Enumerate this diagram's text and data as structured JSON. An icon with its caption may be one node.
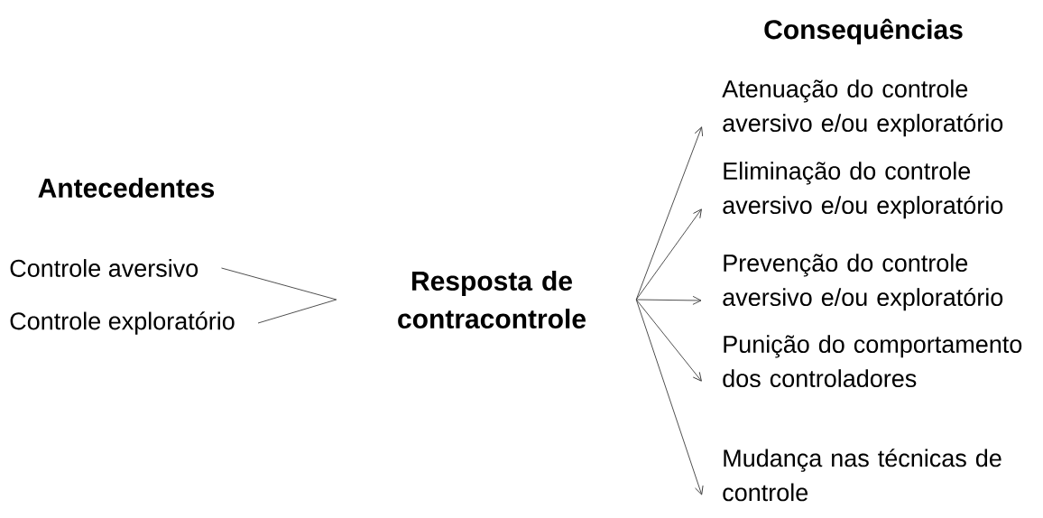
{
  "diagram": {
    "nodes": [
      {
        "text": [
          "Controle aversivo"
        ]
      },
      {
        "text": [
          "Controle exploratório"
        ]
      },
      {
        "text": [
          "Resposta de contracontrole"
        ]
      },
      {
        "text": [
          "Atenuação do controle aversivo e/ou exploratório"
        ]
      },
      {
        "text": [
          "Eliminação do controle aversivo e/ou exploratório"
        ]
      },
      {
        "text": [
          "Prevenção do controle aversivo e/ou exploratório"
        ]
      },
      {
        "text": [
          "Punição do comportamento dos controladores"
        ]
      },
      {
        "text": [
          "Mudança nas técnicas de controle"
        ]
      }
    ],
    "edges": [
      {
        "from": 0,
        "to": 2,
        "arrow": "none"
      },
      {
        "from": 1,
        "to": 2,
        "arrow": "none"
      },
      {
        "from": 2,
        "to": 3,
        "arrow": "to"
      },
      {
        "from": 2,
        "to": 4,
        "arrow": "to"
      },
      {
        "from": 2,
        "to": 5,
        "arrow": "to"
      },
      {
        "from": 2,
        "to": 6,
        "arrow": "to"
      },
      {
        "from": 2,
        "to": 7,
        "arrow": "to"
      }
    ],
    "labels": [
      "Consequências",
      "Antecedentes"
    ]
  }
}
